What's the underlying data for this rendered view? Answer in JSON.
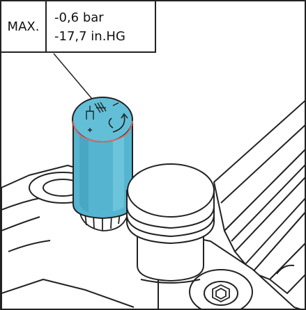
{
  "callout": {
    "label": "MAX.",
    "value_bar": "-0,6 bar",
    "value_inhg": "-17,7 in.HG"
  },
  "colors": {
    "valve_body": "#55b5d0",
    "valve_cap": "#63bfd8",
    "outline": "#222222",
    "valve_ring": "#d0706a"
  },
  "icons": {
    "valve_symbol": "vacuum-valve-symbol-icon",
    "rotate_arrow": "rotate-arrow-icon"
  }
}
